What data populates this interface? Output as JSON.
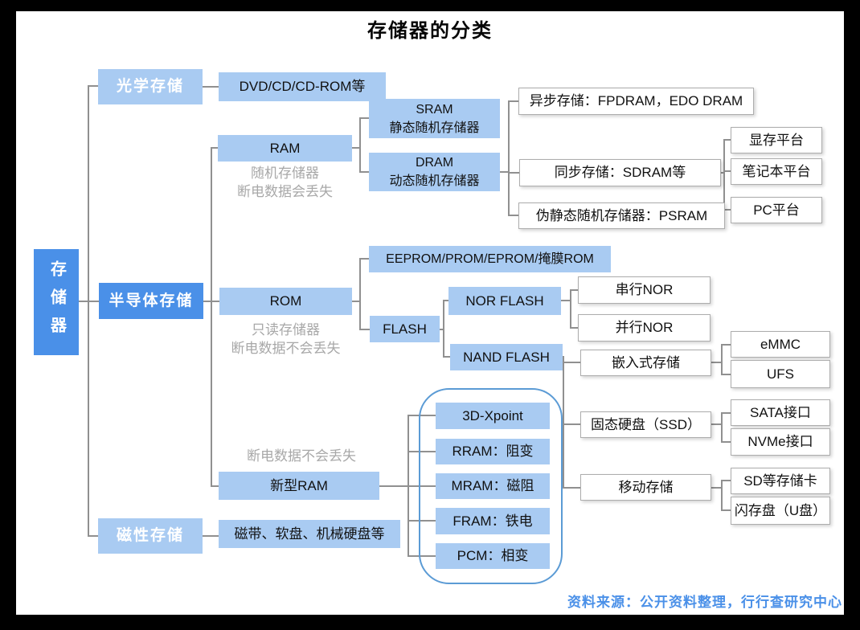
{
  "title": "存储器的分类",
  "source_note": "资料来源：公开资料整理，行行查研究中心",
  "colors": {
    "primary_blue": "#4a90e8",
    "light_blue": "#a9cbf2",
    "group_outline_blue": "#5b9bd5",
    "connector_gray": "#909090",
    "note_gray": "#a8a8a8",
    "frame_black": "#000000"
  },
  "nodes": {
    "root": "存储器",
    "optical": "光学存储",
    "dvd": "DVD/CD/CD-ROM等",
    "semiconductor": "半导体存储",
    "magnetic": "磁性存储",
    "tape": "磁带、软盘、机械硬盘等",
    "ram": "RAM",
    "ram_note": [
      "随机存储器",
      "断电数据会丢失"
    ],
    "sram": [
      "SRAM",
      "静态随机存储器"
    ],
    "dram": [
      "DRAM",
      "动态随机存储器"
    ],
    "async_dram": "异步存储：FPDRAM，EDO DRAM",
    "sync_dram": "同步存储：SDRAM等",
    "psram": "伪静态随机存储器：PSRAM",
    "gpu_platform": "显存平台",
    "laptop_platform": "笔记本平台",
    "pc_platform": "PC平台",
    "rom": "ROM",
    "rom_note": [
      "只读存储器",
      "断电数据不会丢失"
    ],
    "eeprom": "EEPROM/PROM/EPROM/掩膜ROM",
    "flash": "FLASH",
    "nor_flash": "NOR FLASH",
    "nand_flash": "NAND FLASH",
    "serial_nor": "串行NOR",
    "parallel_nor": "并行NOR",
    "embedded": "嵌入式存储",
    "emmc": "eMMC",
    "ufs": "UFS",
    "ssd": "固态硬盘（SSD）",
    "sata": "SATA接口",
    "nvme": "NVMe接口",
    "mobile": "移动存储",
    "sd_card": "SD等存储卡",
    "usb_drive": "闪存盘（U盘）",
    "new_ram": "新型RAM",
    "new_ram_note": "断电数据不会丢失",
    "xpoint": "3D-Xpoint",
    "rram": "RRAM：阻变",
    "mram": "MRAM：磁阻",
    "fram": "FRAM：铁电",
    "pcm": "PCM：相变"
  }
}
